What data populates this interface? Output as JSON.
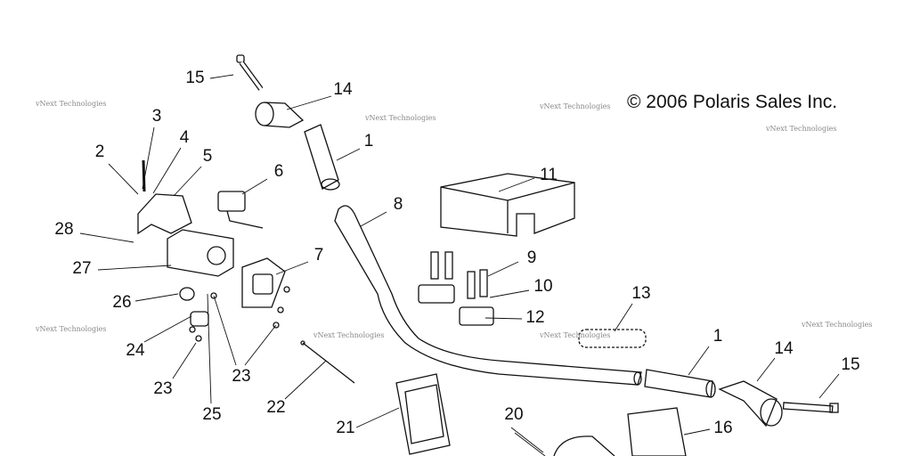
{
  "copyright": "© 2006 Polaris Sales Inc.",
  "watermark": "vNext Technologies",
  "callouts": [
    "15",
    "14",
    "3",
    "4",
    "2",
    "5",
    "1",
    "6",
    "11",
    "8",
    "28",
    "27",
    "9",
    "7",
    "10",
    "26",
    "13",
    "12",
    "1",
    "14",
    "15",
    "24",
    "23",
    "23",
    "25",
    "22",
    "21",
    "20",
    "16"
  ]
}
